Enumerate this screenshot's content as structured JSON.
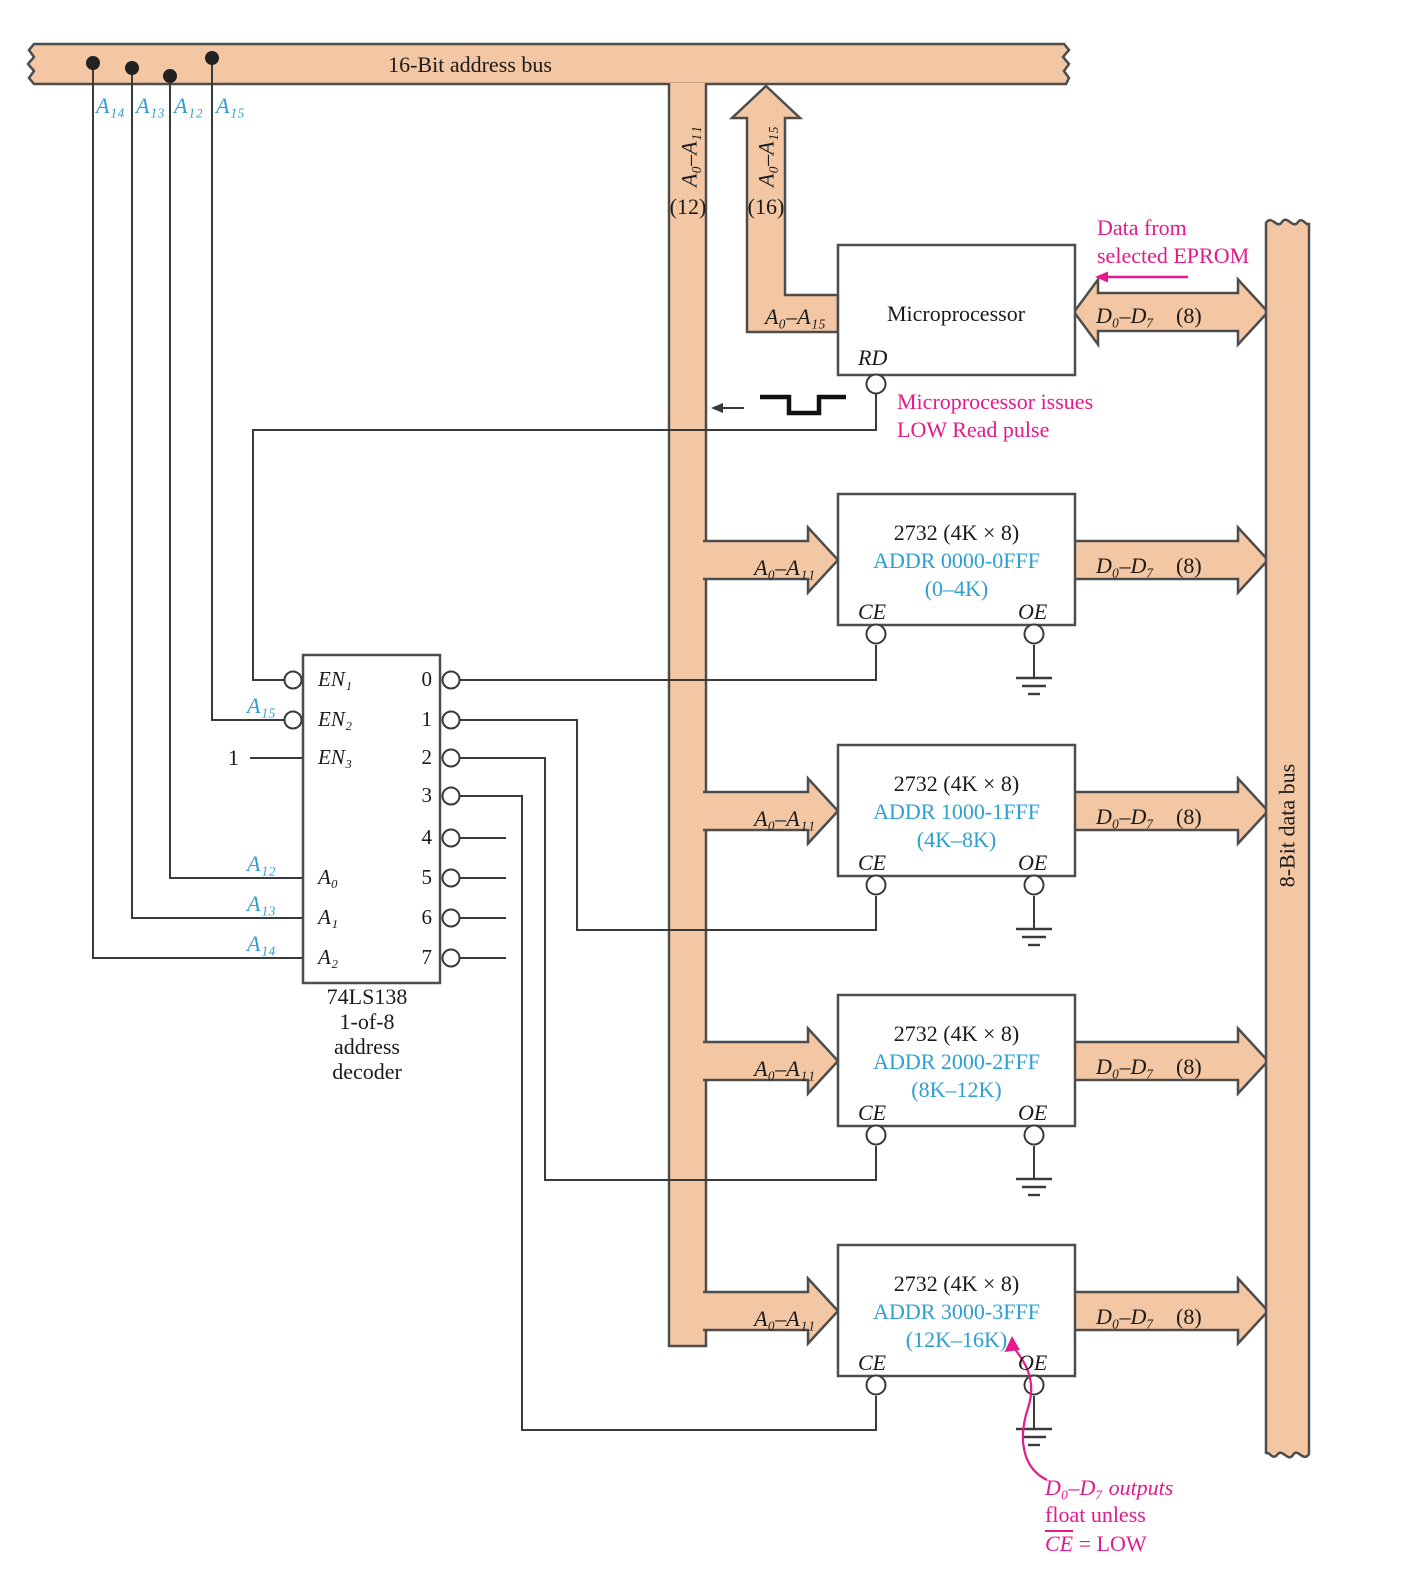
{
  "colors": {
    "bus_fill": "#f3c7a3",
    "bus_border": "#4d4d4d",
    "wire": "#3a3a3a",
    "blue_text": "#2e9fd4",
    "magenta_text": "#e3198c",
    "black_text": "#1a1a1a"
  },
  "address_bus": {
    "label": "16-Bit address bus"
  },
  "taps": [
    {
      "label": "A₁₄"
    },
    {
      "label": "A₁₃"
    },
    {
      "label": "A₁₂"
    },
    {
      "label": "A₁₅"
    }
  ],
  "vertical_address_bus": {
    "label": "A₀–A₁₁",
    "width_label": "(12)"
  },
  "mpu_address_bus": {
    "label": "A₀–A₁₅",
    "width_label": "(16)",
    "port_label": "A₀–A₁₅"
  },
  "microprocessor": {
    "title": "Microprocessor",
    "rd_label": "RD",
    "data_label": "D₀–D₇",
    "data_width": "(8)"
  },
  "annotations": {
    "data_from_line1": "Data from",
    "data_from_line2": "selected EPROM",
    "read_pulse_line1": "Microprocessor issues",
    "read_pulse_line2": "LOW Read pulse",
    "float_line1": "D₀–D₇ outputs",
    "float_line2": "float unless",
    "float_ce": "CE",
    "float_rest": " = LOW"
  },
  "eproms": [
    {
      "title": "2732 (4K × 8)",
      "addr": "ADDR 0000-0FFF",
      "range": "(0–4K)",
      "ce": "CE",
      "oe": "OE",
      "addr_in": "A₀–A₁₁",
      "data_out": "D₀–D₇",
      "data_width": "(8)"
    },
    {
      "title": "2732 (4K × 8)",
      "addr": "ADDR 1000-1FFF",
      "range": "(4K–8K)",
      "ce": "CE",
      "oe": "OE",
      "addr_in": "A₀–A₁₁",
      "data_out": "D₀–D₇",
      "data_width": "(8)"
    },
    {
      "title": "2732 (4K × 8)",
      "addr": "ADDR 2000-2FFF",
      "range": "(8K–12K)",
      "ce": "CE",
      "oe": "OE",
      "addr_in": "A₀–A₁₁",
      "data_out": "D₀–D₇",
      "data_width": "(8)"
    },
    {
      "title": "2732 (4K × 8)",
      "addr": "ADDR 3000-3FFF",
      "range": "(12K–16K)",
      "ce": "CE",
      "oe": "OE",
      "addr_in": "A₀–A₁₁",
      "data_out": "D₀–D₇",
      "data_width": "(8)"
    }
  ],
  "decoder": {
    "inputs": {
      "en1": "EN₁",
      "en2": "EN₂",
      "en3": "EN₃",
      "a0": "A₀",
      "a1": "A₁",
      "a2": "A₂"
    },
    "outputs": [
      "0",
      "1",
      "2",
      "3",
      "4",
      "5",
      "6",
      "7"
    ],
    "input_signal_labels": {
      "en2": "A₁₅",
      "a0": "A₁₂",
      "a1": "A₁₃",
      "a2": "A₁₄"
    },
    "en3_constant": "1",
    "caption_line1": "74LS138",
    "caption_line2": "1-of-8",
    "caption_line3": "address",
    "caption_line4": "decoder"
  },
  "data_bus": {
    "label": "8-Bit data bus"
  }
}
